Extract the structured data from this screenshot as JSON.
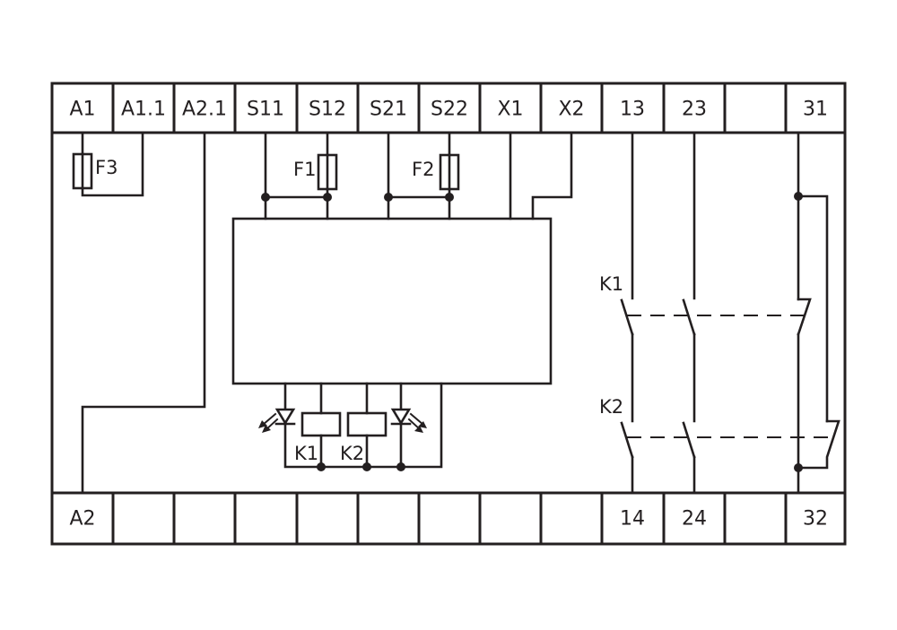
{
  "diagram": {
    "type": "safety relay wiring diagram",
    "terminals_top": [
      "A1",
      "A1.1",
      "A2.1",
      "S11",
      "S12",
      "S21",
      "S22",
      "X1",
      "X2",
      "13",
      "23",
      "",
      "31"
    ],
    "terminals_bottom": [
      "A2",
      "",
      "",
      "",
      "",
      "",
      "",
      "",
      "",
      "14",
      "24",
      "",
      "32"
    ],
    "fuses": [
      {
        "id": "F3",
        "label": "F3"
      },
      {
        "id": "F1",
        "label": "F1"
      },
      {
        "id": "F2",
        "label": "F2"
      }
    ],
    "relay_coils": [
      {
        "id": "K1",
        "label": "K1"
      },
      {
        "id": "K2",
        "label": "K2"
      }
    ],
    "contact_groups": [
      {
        "relay": "K1",
        "label": "K1",
        "contacts": [
          "13-14 NO",
          "23-24 NO",
          "31-32 NC"
        ]
      },
      {
        "relay": "K2",
        "label": "K2",
        "contacts": [
          "13-14 NO",
          "23-24 NO",
          "31-32 NC"
        ]
      }
    ],
    "leds": [
      {
        "id": "led-left",
        "symbol": "led"
      },
      {
        "id": "led-right",
        "symbol": "led"
      }
    ],
    "colors": {
      "line": "#231f20",
      "background": "#ffffff"
    }
  }
}
